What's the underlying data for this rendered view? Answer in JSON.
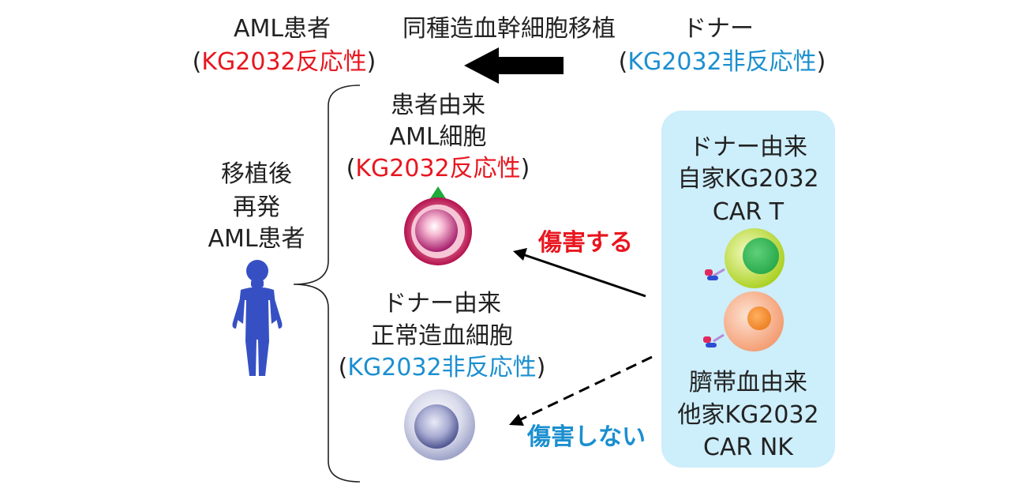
{
  "header": {
    "patient_title": "AML患者",
    "patient_reactivity": "KG2032反応性",
    "transplant_label": "同種造血幹細胞移植",
    "donor_title": "ドナー",
    "donor_reactivity": "KG2032非反応性"
  },
  "left": {
    "relapse_line1": "移植後",
    "relapse_line2": "再発",
    "relapse_line3": "AML患者"
  },
  "aml_cell": {
    "line1": "患者由来",
    "line2": "AML細胞",
    "reactivity": "KG2032反応性"
  },
  "normal_cell": {
    "line1": "ドナー由来",
    "line2": "正常造血細胞",
    "reactivity": "KG2032非反応性"
  },
  "car_t": {
    "line1": "ドナー由来",
    "line2": "自家KG2032",
    "line3": "CAR T"
  },
  "car_nk": {
    "line1": "臍帯血由来",
    "line2": "他家KG2032",
    "line3": "CAR NK"
  },
  "arrows": {
    "harm_label": "傷害する",
    "no_harm_label": "傷害しない"
  },
  "colors": {
    "reactive": "#e8161f",
    "non_reactive": "#1b8fd0",
    "panel": "#cdeefb",
    "person": "#3650c4"
  }
}
